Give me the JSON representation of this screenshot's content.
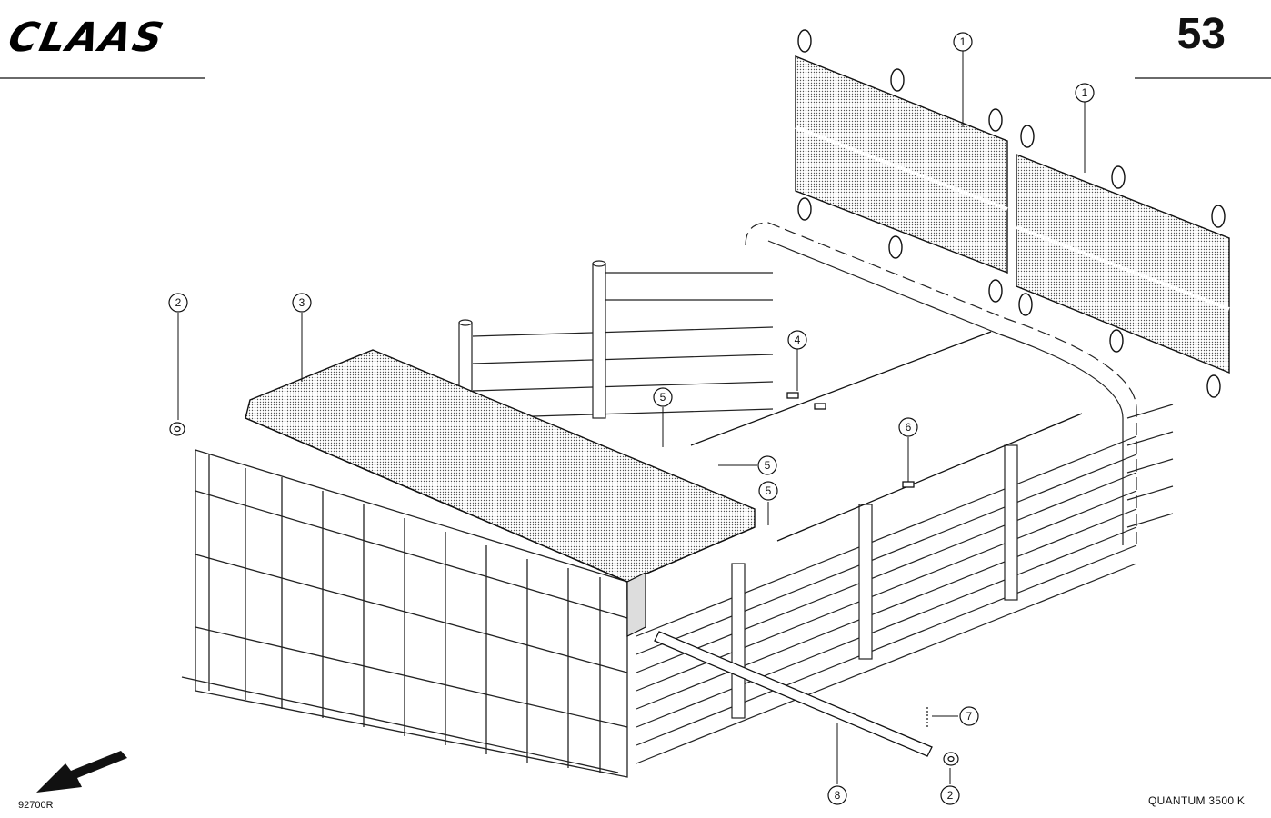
{
  "header": {
    "brand": "CLAAS",
    "page_number": "53"
  },
  "footer": {
    "drawing_number": "92700R",
    "model": "QUANTUM  3500 K"
  },
  "callouts": [
    "1",
    "1",
    "2",
    "3",
    "4",
    "5",
    "5",
    "5",
    "6",
    "7",
    "8",
    "2"
  ]
}
